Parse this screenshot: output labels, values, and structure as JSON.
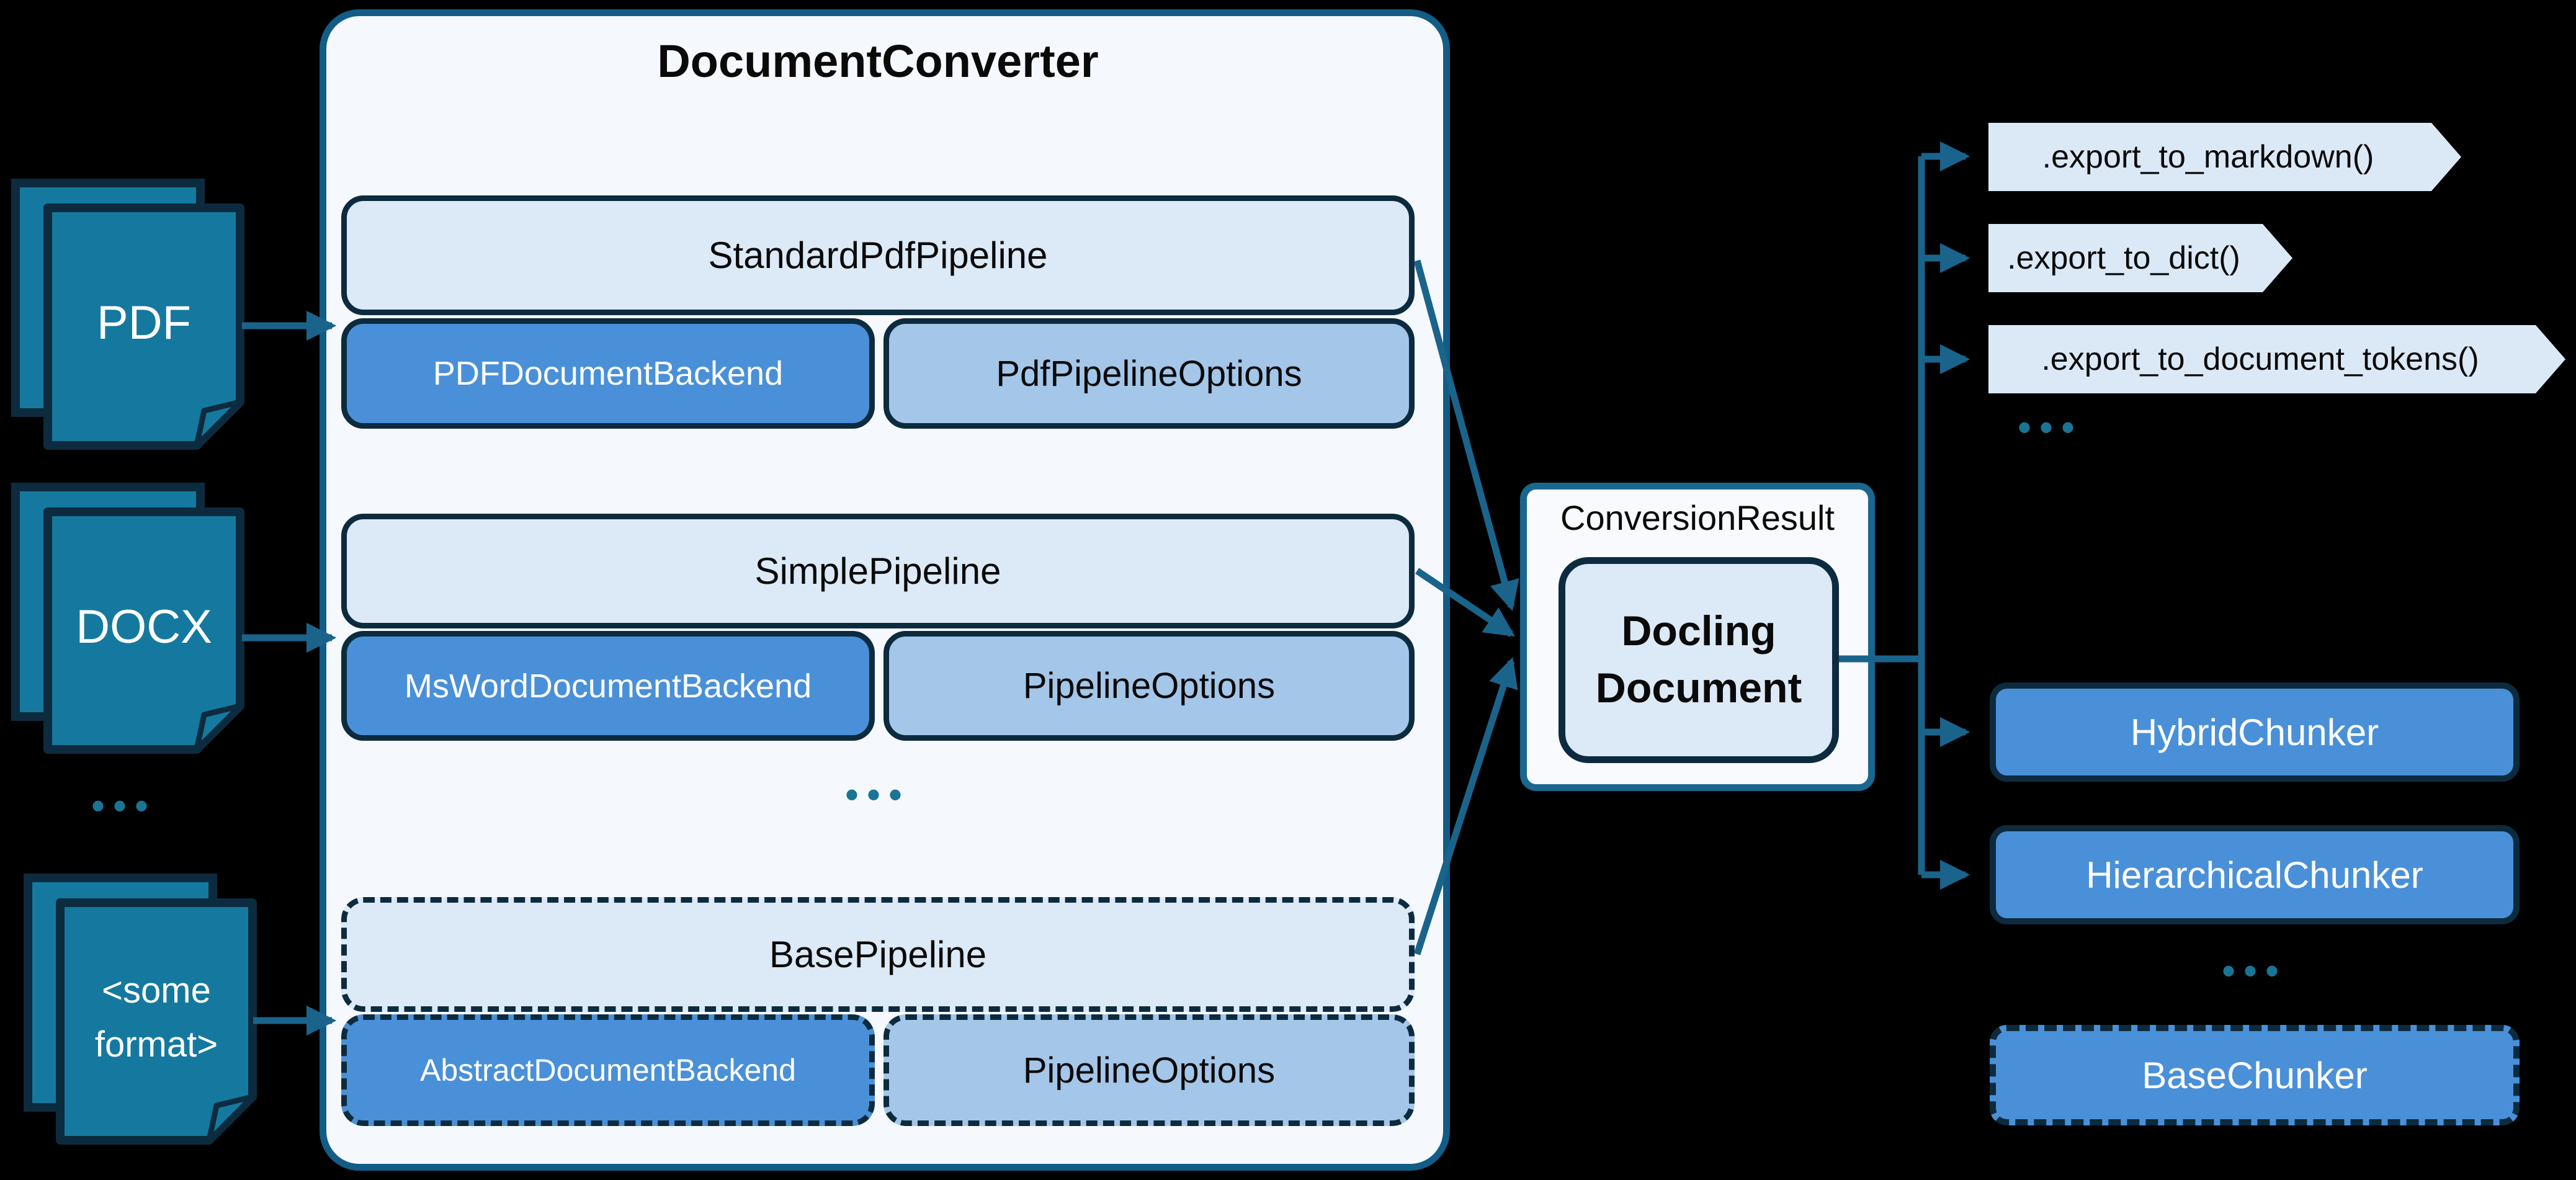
{
  "colors": {
    "background": "#000000",
    "container_fill": "#f5f8fd",
    "container_border": "#115d86",
    "box_border": "#0d2b3e",
    "pipeline_fill": "#dce9f6",
    "backend_fill": "#4a90d8",
    "options_fill": "#a3c6e9",
    "doc_icon_fill": "#15799f",
    "arrow": "#1a648c",
    "export_chip_fill": "#dbe9f7",
    "chunker_fill": "#4a90d8",
    "result_fill": "#f8fafd",
    "docling_fill": "#dce9f6",
    "ellipsis": "#1a7595"
  },
  "converter": {
    "title": "DocumentConverter",
    "ellipsis": "•••",
    "groups": [
      {
        "pipeline": "StandardPdfPipeline",
        "backend": "PDFDocumentBackend",
        "options": "PdfPipelineOptions",
        "style": "solid"
      },
      {
        "pipeline": "SimplePipeline",
        "backend": "MsWordDocumentBackend",
        "options": "PipelineOptions",
        "style": "solid"
      },
      {
        "pipeline": "BasePipeline",
        "backend": "AbstractDocumentBackend",
        "options": "PipelineOptions",
        "style": "dashed"
      }
    ]
  },
  "inputs": {
    "items": [
      {
        "label": "PDF"
      },
      {
        "label": "DOCX"
      },
      {
        "label": "<some\nformat>"
      }
    ],
    "ellipsis": "•••"
  },
  "result": {
    "label": "ConversionResult",
    "document": "Docling\nDocument"
  },
  "exports": {
    "items": [
      ".export_to_markdown()",
      ".export_to_dict()",
      ".export_to_document_tokens()"
    ],
    "ellipsis": "•••"
  },
  "chunkers": {
    "items": [
      {
        "label": "HybridChunker",
        "style": "solid"
      },
      {
        "label": "HierarchicalChunker",
        "style": "solid"
      },
      {
        "label": "BaseChunker",
        "style": "dashed"
      }
    ],
    "ellipsis": "•••"
  }
}
